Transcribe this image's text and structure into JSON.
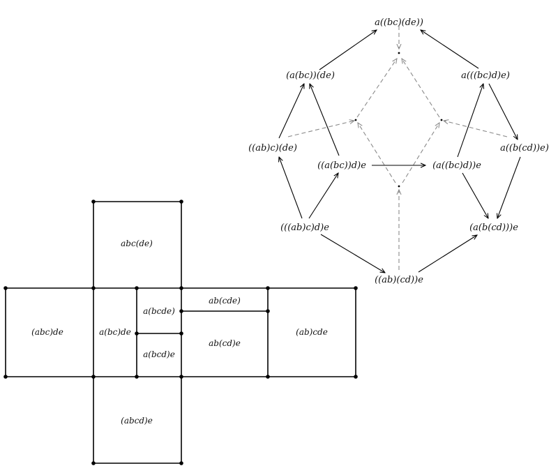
{
  "net": {
    "faces": [
      {
        "id": "f1",
        "label": "abc(de)"
      },
      {
        "id": "f2",
        "label": "(abc)de"
      },
      {
        "id": "f3",
        "label": "a(bc)de"
      },
      {
        "id": "f4",
        "label": "a(bcde)"
      },
      {
        "id": "f5",
        "label": "a(bcd)e"
      },
      {
        "id": "f6",
        "label": "ab(cde)"
      },
      {
        "id": "f7",
        "label": "ab(cd)e"
      },
      {
        "id": "f8",
        "label": "(ab)cde"
      },
      {
        "id": "f9",
        "label": "(abcd)e"
      }
    ]
  },
  "associahedron": {
    "vertices": [
      {
        "id": "v1",
        "label": "a((bc)(de))"
      },
      {
        "id": "v2",
        "label": "(a(bc))(de)"
      },
      {
        "id": "v3",
        "label": "a(((bc)d)e)"
      },
      {
        "id": "v4",
        "label": "((ab)c)(de)"
      },
      {
        "id": "v5",
        "label": "a((b(cd))e)"
      },
      {
        "id": "v6",
        "label": "((a(bc))d)e"
      },
      {
        "id": "v7",
        "label": "(a((bc)d))e"
      },
      {
        "id": "v8",
        "label": "(((ab)c)d)e"
      },
      {
        "id": "v9",
        "label": "(a(b(cd)))e"
      },
      {
        "id": "v10",
        "label": "((ab)(cd))e"
      }
    ]
  }
}
